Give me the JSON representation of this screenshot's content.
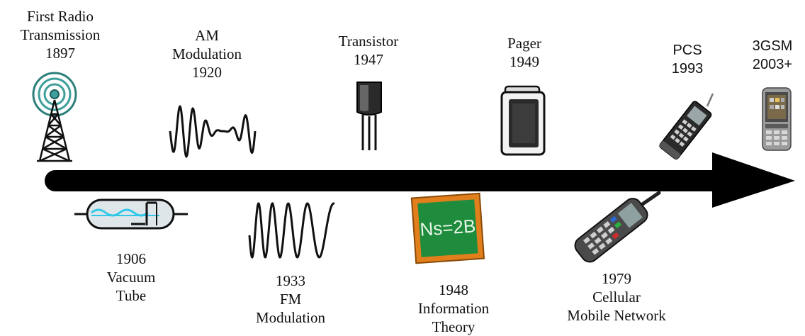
{
  "timeline": {
    "events": [
      {
        "id": "first-radio",
        "lines": [
          "First Radio",
          "Transmission",
          "1897"
        ],
        "icon": "radio-tower-icon"
      },
      {
        "id": "am",
        "lines": [
          "AM",
          "Modulation",
          "1920"
        ],
        "icon": "am-wave-icon"
      },
      {
        "id": "transistor",
        "lines": [
          "Transistor",
          "1947"
        ],
        "icon": "transistor-icon"
      },
      {
        "id": "pager",
        "lines": [
          "Pager",
          "1949"
        ],
        "icon": "pager-icon"
      },
      {
        "id": "pcs",
        "lines": [
          "PCS",
          "1993"
        ],
        "icon": "flip-phone-icon"
      },
      {
        "id": "3gsm",
        "lines": [
          "3GSM",
          "2003+"
        ],
        "icon": "smartphone-icon"
      },
      {
        "id": "vacuum-tube",
        "lines": [
          "1906",
          "Vacuum",
          "Tube"
        ],
        "icon": "vacuum-tube-icon"
      },
      {
        "id": "fm",
        "lines": [
          "1933",
          "FM",
          "Modulation"
        ],
        "icon": "fm-wave-icon"
      },
      {
        "id": "info-theory",
        "lines": [
          "1948",
          "Information",
          "Theory"
        ],
        "icon": "chalkboard-icon",
        "board_text": "Ns=2B"
      },
      {
        "id": "cellular",
        "lines": [
          "1979",
          "Cellular",
          "Mobile Network"
        ],
        "icon": "cell-phone-icon"
      }
    ]
  },
  "colors": {
    "arrow": "#000000",
    "tower_rings": "#3f9f9a",
    "tube_glass": "#dfe6ea",
    "tube_signal": "#30c8e8",
    "board_frame": "#e07f1b",
    "board_green": "#1e8c3c",
    "phone_dark": "#333333"
  }
}
